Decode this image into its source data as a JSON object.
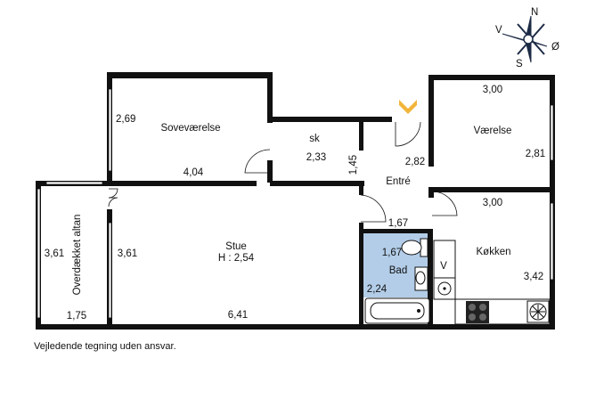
{
  "compass": {
    "n": "N",
    "v": "V",
    "o": "Ø",
    "s": "S"
  },
  "entrance_marker": "entrance-chevron",
  "colors": {
    "wall": "#111111",
    "bathroom": "#b3cde8",
    "marker": "#f2b53a"
  },
  "rooms": {
    "sovevaerelse": {
      "name": "Soveværelse",
      "width": "4,04",
      "depth": "2,69"
    },
    "skab": {
      "name": "sk",
      "width": "2,33",
      "depth": "1,45"
    },
    "entre": {
      "name": "Entré",
      "width": "1,67",
      "depth": "2,82"
    },
    "vaerelse": {
      "name": "Værelse",
      "width": "3,00",
      "depth": "2,81"
    },
    "stue": {
      "name": "Stue",
      "height": "H : 2,54",
      "width": "6,41",
      "depth": "3,61"
    },
    "altan": {
      "name": "Overdækket altan",
      "width": "1,75",
      "depth": "3,61"
    },
    "bad": {
      "name": "Bad",
      "width": "1,67",
      "depth": "2,24"
    },
    "kokken": {
      "name": "Køkken",
      "width": "3,00",
      "depth": "3,42",
      "v_label": "V"
    }
  },
  "disclaimer": "Vejledende tegning uden ansvar."
}
